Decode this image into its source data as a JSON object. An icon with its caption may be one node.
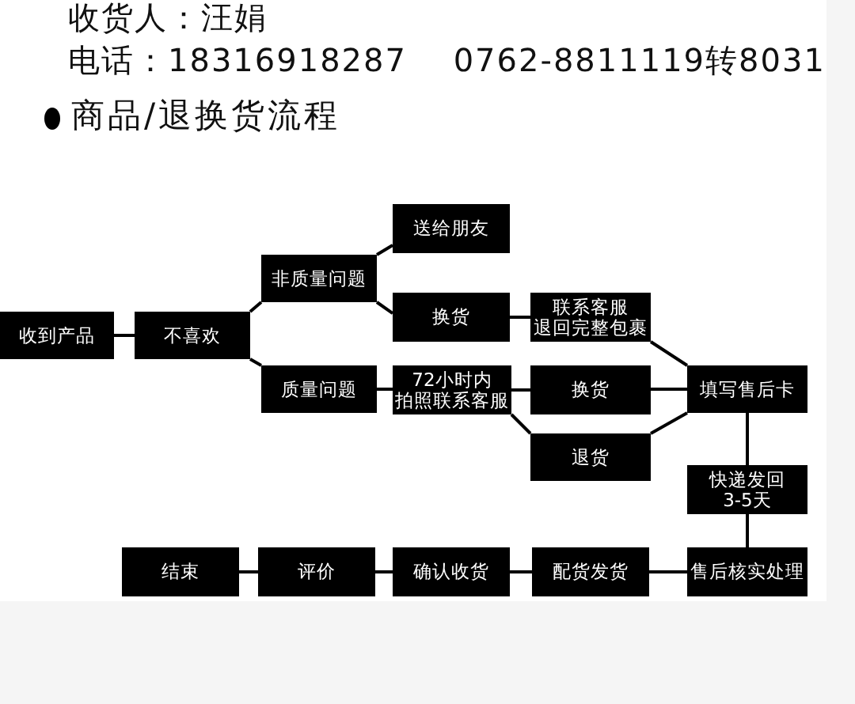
{
  "diagram": {
    "title": "商品/退换货流程",
    "nodes": [
      {
        "text": [
          "收到产品"
        ]
      },
      {
        "text": [
          "不喜欢"
        ]
      },
      {
        "text": [
          "非质量问题"
        ]
      },
      {
        "text": [
          "质量问题"
        ]
      },
      {
        "text": [
          "送给朋友"
        ]
      },
      {
        "text": [
          "换货"
        ]
      },
      {
        "text": [
          "联系客服",
          "退回完整包裹"
        ]
      },
      {
        "text": [
          "72小时内",
          "拍照联系客服"
        ]
      },
      {
        "text": [
          "换货"
        ]
      },
      {
        "text": [
          "退货"
        ]
      },
      {
        "text": [
          "填写售后卡"
        ]
      },
      {
        "text": [
          "快递发回",
          "3-5天"
        ]
      },
      {
        "text": [
          "售后核实处理"
        ]
      },
      {
        "text": [
          "配货发货"
        ]
      },
      {
        "text": [
          "确认收货"
        ]
      },
      {
        "text": [
          "评价"
        ]
      },
      {
        "text": [
          "结束"
        ]
      }
    ],
    "edges": [
      {
        "from": 0,
        "to": 1,
        "arrow": "none"
      },
      {
        "from": 1,
        "to": 2,
        "arrow": "none"
      },
      {
        "from": 1,
        "to": 3,
        "arrow": "none"
      },
      {
        "from": 2,
        "to": 4,
        "arrow": "none"
      },
      {
        "from": 2,
        "to": 5,
        "arrow": "none"
      },
      {
        "from": 3,
        "to": 7,
        "arrow": "none"
      },
      {
        "from": 5,
        "to": 6,
        "arrow": "none"
      },
      {
        "from": 6,
        "to": 10,
        "arrow": "none"
      },
      {
        "from": 7,
        "to": 8,
        "arrow": "none"
      },
      {
        "from": 7,
        "to": 9,
        "arrow": "none"
      },
      {
        "from": 8,
        "to": 10,
        "arrow": "none"
      },
      {
        "from": 9,
        "to": 10,
        "arrow": "none"
      },
      {
        "from": 10,
        "to": 11,
        "arrow": "none"
      },
      {
        "from": 11,
        "to": 12,
        "arrow": "none"
      },
      {
        "from": 12,
        "to": 13,
        "arrow": "none"
      },
      {
        "from": 13,
        "to": 14,
        "arrow": "none"
      },
      {
        "from": 14,
        "to": 15,
        "arrow": "none"
      },
      {
        "from": 15,
        "to": 16,
        "arrow": "none"
      }
    ],
    "labels": [
      "收货人：汪娟",
      "电话：18316918287 0762-8811119转8031"
    ]
  }
}
